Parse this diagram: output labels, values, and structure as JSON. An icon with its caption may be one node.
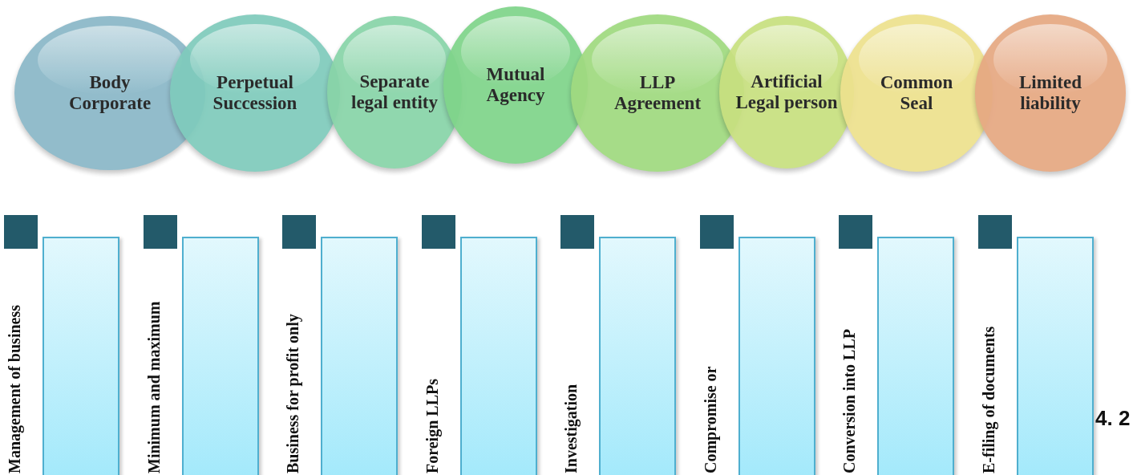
{
  "diagram": {
    "nodes": [
      {
        "text": [
          "Body Corporate"
        ]
      },
      {
        "text": [
          "Perpetual Succession"
        ]
      },
      {
        "text": [
          "Separate legal entity"
        ]
      },
      {
        "text": [
          "Mutual Agency"
        ]
      },
      {
        "text": [
          "LLP Agreement"
        ]
      },
      {
        "text": [
          "Artificial Legal person"
        ]
      },
      {
        "text": [
          "Common Seal"
        ]
      },
      {
        "text": [
          "Limited liability"
        ]
      },
      {
        "text": [
          "Management of business"
        ]
      },
      {
        "text": [
          "Minimum and maximum"
        ]
      },
      {
        "text": [
          "Business for profit only"
        ]
      },
      {
        "text": [
          "Foreign LLPs"
        ]
      },
      {
        "text": [
          "Investigation"
        ]
      },
      {
        "text": [
          "Compromise or"
        ]
      },
      {
        "text": [
          "Conversion into LLP"
        ]
      },
      {
        "text": [
          "E-filing of documents"
        ]
      }
    ],
    "labels": [
      "4. 2"
    ]
  }
}
